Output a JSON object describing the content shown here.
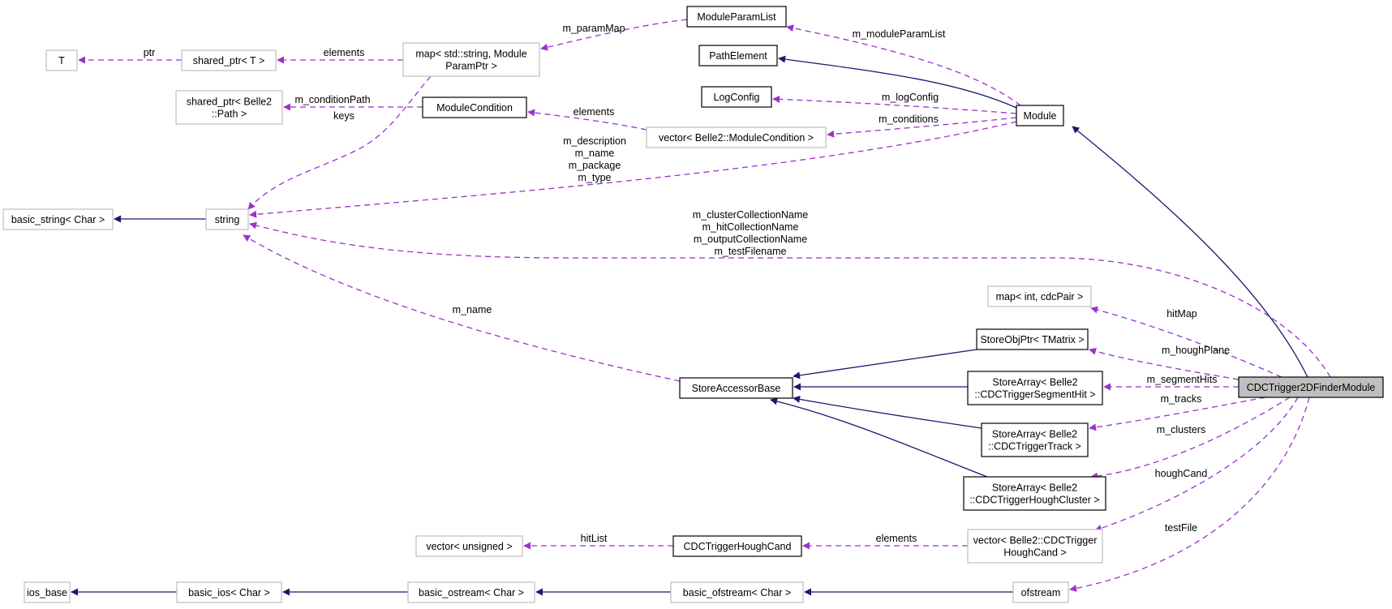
{
  "diagram": {
    "title": "CDCTrigger2DFinderModule collaboration diagram",
    "colors": {
      "inheritance_edge": "#191970",
      "usage_edge": "#9a32cd",
      "documented_border": "#000000",
      "undocumented_border": "#bfbfbf",
      "focus_fill": "#bfbfbf",
      "node_fill": "#ffffff"
    },
    "nodes": [
      {
        "id": "T",
        "lines": [
          "T"
        ],
        "style": "undocumented"
      },
      {
        "id": "shared_ptr_T",
        "lines": [
          "shared_ptr< T >"
        ],
        "style": "undocumented"
      },
      {
        "id": "map_param",
        "lines": [
          "map< std::string, Module",
          "ParamPtr >"
        ],
        "style": "undocumented"
      },
      {
        "id": "ModuleParamList",
        "lines": [
          "ModuleParamList"
        ],
        "style": "documented"
      },
      {
        "id": "PathElement",
        "lines": [
          "PathElement"
        ],
        "style": "documented"
      },
      {
        "id": "LogConfig",
        "lines": [
          "LogConfig"
        ],
        "style": "documented"
      },
      {
        "id": "Module",
        "lines": [
          "Module"
        ],
        "style": "documented"
      },
      {
        "id": "shared_ptr_path",
        "lines": [
          "shared_ptr< Belle2",
          "::Path >"
        ],
        "style": "undocumented"
      },
      {
        "id": "ModuleCondition",
        "lines": [
          "ModuleCondition"
        ],
        "style": "documented"
      },
      {
        "id": "vector_modcond",
        "lines": [
          "vector< Belle2::ModuleCondition >"
        ],
        "style": "undocumented"
      },
      {
        "id": "basic_string",
        "lines": [
          "basic_string< Char >"
        ],
        "style": "undocumented"
      },
      {
        "id": "string",
        "lines": [
          "string"
        ],
        "style": "undocumented"
      },
      {
        "id": "map_int",
        "lines": [
          "map< int, cdcPair >"
        ],
        "style": "undocumented"
      },
      {
        "id": "StoreObjPtr",
        "lines": [
          "StoreObjPtr< TMatrix >"
        ],
        "style": "documented"
      },
      {
        "id": "StoreAccessorBase",
        "lines": [
          "StoreAccessorBase"
        ],
        "style": "documented"
      },
      {
        "id": "SA_SegmentHit",
        "lines": [
          "StoreArray< Belle2",
          "::CDCTriggerSegmentHit >"
        ],
        "style": "documented"
      },
      {
        "id": "CDCTrigger2DFinderModule",
        "lines": [
          "CDCTrigger2DFinderModule"
        ],
        "style": "focus"
      },
      {
        "id": "SA_Track",
        "lines": [
          "StoreArray< Belle2",
          "::CDCTriggerTrack >"
        ],
        "style": "documented"
      },
      {
        "id": "SA_HoughCluster",
        "lines": [
          "StoreArray< Belle2",
          "::CDCTriggerHoughCluster >"
        ],
        "style": "documented"
      },
      {
        "id": "vector_unsigned",
        "lines": [
          "vector< unsigned >"
        ],
        "style": "undocumented"
      },
      {
        "id": "CDCTriggerHoughCand",
        "lines": [
          "CDCTriggerHoughCand"
        ],
        "style": "documented"
      },
      {
        "id": "vector_houghcand",
        "lines": [
          "vector< Belle2::CDCTrigger",
          "HoughCand >"
        ],
        "style": "undocumented"
      },
      {
        "id": "ios_base",
        "lines": [
          "ios_base"
        ],
        "style": "undocumented"
      },
      {
        "id": "basic_ios",
        "lines": [
          "basic_ios< Char >"
        ],
        "style": "undocumented"
      },
      {
        "id": "basic_ostream",
        "lines": [
          "basic_ostream< Char >"
        ],
        "style": "undocumented"
      },
      {
        "id": "basic_ofstream",
        "lines": [
          "basic_ofstream< Char >"
        ],
        "style": "undocumented"
      },
      {
        "id": "ofstream",
        "lines": [
          "ofstream"
        ],
        "style": "undocumented"
      }
    ],
    "edges": [
      {
        "from": "shared_ptr_T",
        "to": "T",
        "kind": "usage",
        "label": [
          "ptr"
        ]
      },
      {
        "from": "map_param",
        "to": "shared_ptr_T",
        "kind": "usage",
        "label": [
          "elements"
        ]
      },
      {
        "from": "ModuleParamList",
        "to": "map_param",
        "kind": "usage",
        "label": [
          "m_paramMap"
        ]
      },
      {
        "from": "Module",
        "to": "ModuleParamList",
        "kind": "usage",
        "label": [
          "m_moduleParamList"
        ]
      },
      {
        "from": "Module",
        "to": "PathElement",
        "kind": "inheritance",
        "label": []
      },
      {
        "from": "Module",
        "to": "LogConfig",
        "kind": "usage",
        "label": [
          "m_logConfig"
        ]
      },
      {
        "from": "Module",
        "to": "vector_modcond",
        "kind": "usage",
        "label": [
          "m_conditions"
        ]
      },
      {
        "from": "vector_modcond",
        "to": "ModuleCondition",
        "kind": "usage",
        "label": [
          "elements"
        ]
      },
      {
        "from": "ModuleCondition",
        "to": "shared_ptr_path",
        "kind": "usage",
        "label": [
          "m_conditionPath"
        ]
      },
      {
        "from": "map_param",
        "to": "string",
        "kind": "usage",
        "label": [
          "keys"
        ]
      },
      {
        "from": "Module",
        "to": "string",
        "kind": "usage",
        "label": [
          "m_description",
          "m_name",
          "m_package",
          "m_type"
        ]
      },
      {
        "from": "string",
        "to": "basic_string",
        "kind": "inheritance",
        "label": []
      },
      {
        "from": "CDCTrigger2DFinderModule",
        "to": "string",
        "kind": "usage",
        "label": [
          "m_clusterCollectionName",
          "m_hitCollectionName",
          "m_outputCollectionName",
          "m_testFilename"
        ]
      },
      {
        "from": "StoreAccessorBase",
        "to": "string",
        "kind": "usage",
        "label": [
          "m_name"
        ]
      },
      {
        "from": "CDCTrigger2DFinderModule",
        "to": "Module",
        "kind": "inheritance",
        "label": []
      },
      {
        "from": "CDCTrigger2DFinderModule",
        "to": "map_int",
        "kind": "usage",
        "label": [
          "hitMap"
        ]
      },
      {
        "from": "CDCTrigger2DFinderModule",
        "to": "StoreObjPtr",
        "kind": "usage",
        "label": [
          "m_houghPlane"
        ]
      },
      {
        "from": "CDCTrigger2DFinderModule",
        "to": "SA_SegmentHit",
        "kind": "usage",
        "label": [
          "m_segmentHits"
        ]
      },
      {
        "from": "CDCTrigger2DFinderModule",
        "to": "SA_Track",
        "kind": "usage",
        "label": [
          "m_tracks"
        ]
      },
      {
        "from": "CDCTrigger2DFinderModule",
        "to": "SA_HoughCluster",
        "kind": "usage",
        "label": [
          "m_clusters"
        ]
      },
      {
        "from": "CDCTrigger2DFinderModule",
        "to": "vector_houghcand",
        "kind": "usage",
        "label": [
          "houghCand"
        ]
      },
      {
        "from": "CDCTrigger2DFinderModule",
        "to": "ofstream",
        "kind": "usage",
        "label": [
          "testFile"
        ]
      },
      {
        "from": "StoreObjPtr",
        "to": "StoreAccessorBase",
        "kind": "inheritance",
        "label": []
      },
      {
        "from": "SA_SegmentHit",
        "to": "StoreAccessorBase",
        "kind": "inheritance",
        "label": []
      },
      {
        "from": "SA_Track",
        "to": "StoreAccessorBase",
        "kind": "inheritance",
        "label": []
      },
      {
        "from": "SA_HoughCluster",
        "to": "StoreAccessorBase",
        "kind": "inheritance",
        "label": []
      },
      {
        "from": "vector_houghcand",
        "to": "CDCTriggerHoughCand",
        "kind": "usage",
        "label": [
          "elements"
        ]
      },
      {
        "from": "CDCTriggerHoughCand",
        "to": "vector_unsigned",
        "kind": "usage",
        "label": [
          "hitList"
        ]
      },
      {
        "from": "basic_ios",
        "to": "ios_base",
        "kind": "inheritance",
        "label": []
      },
      {
        "from": "basic_ostream",
        "to": "basic_ios",
        "kind": "inheritance",
        "label": []
      },
      {
        "from": "basic_ofstream",
        "to": "basic_ostream",
        "kind": "inheritance",
        "label": []
      },
      {
        "from": "ofstream",
        "to": "basic_ofstream",
        "kind": "inheritance",
        "label": []
      }
    ]
  }
}
